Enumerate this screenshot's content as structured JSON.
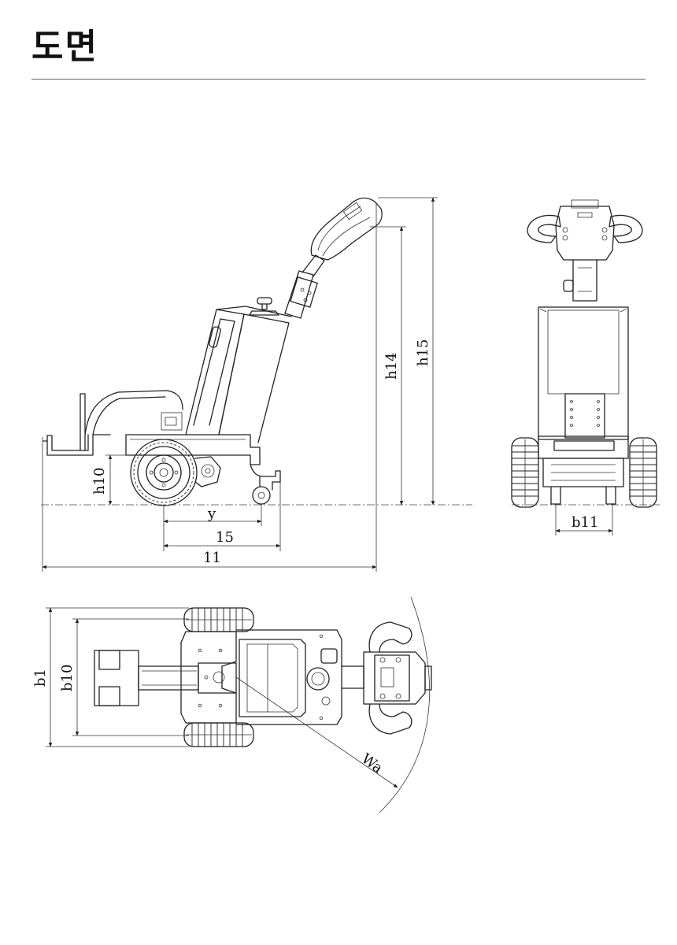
{
  "page": {
    "title": "도면"
  },
  "labels": {
    "h10": "h10",
    "y": "y",
    "l5": "15",
    "l1": "11",
    "h14": "h14",
    "h15": "h15",
    "b11": "b11",
    "b1": "b1",
    "b10": "b10",
    "wa": "Wa"
  }
}
